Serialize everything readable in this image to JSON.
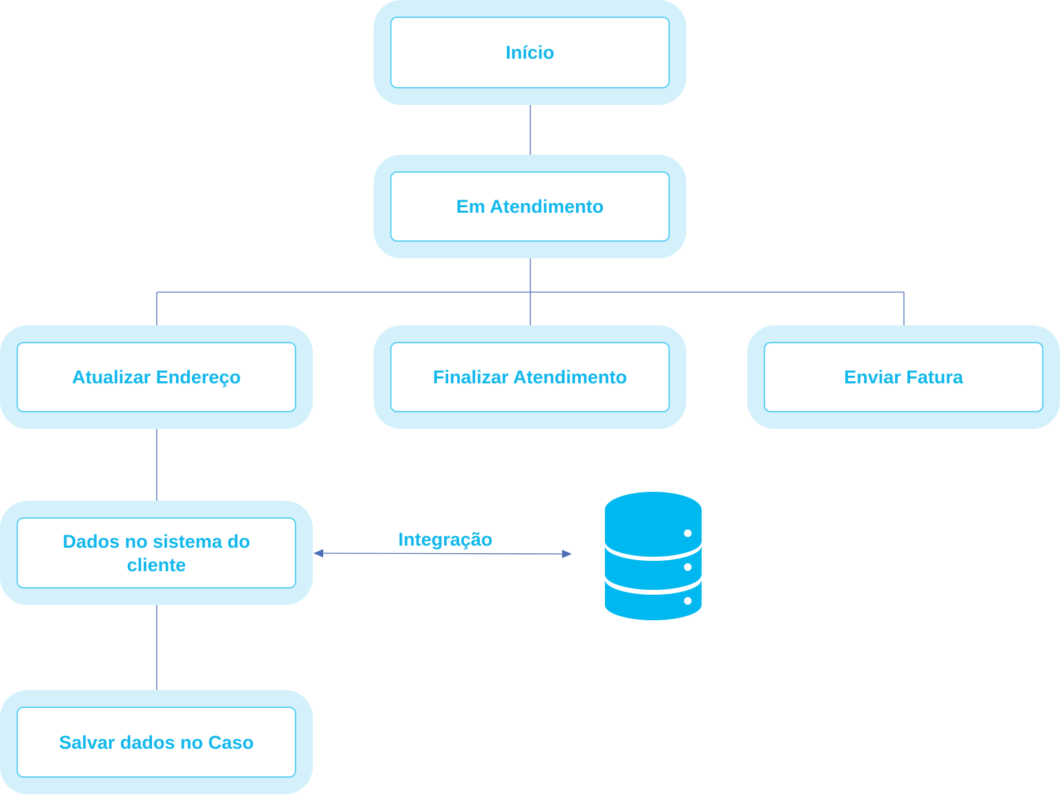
{
  "colors": {
    "node_halo": "#d4f1fb",
    "node_border": "#5dd1f2",
    "text_accent": "#12b8ec",
    "connector": "#4a6fb5",
    "database": "#00b8f0"
  },
  "nodes": {
    "inicio": {
      "label": "Início"
    },
    "em_atendimento": {
      "label": "Em Atendimento"
    },
    "atualizar_endereco": {
      "label": "Atualizar Endereço"
    },
    "finalizar_atendimento": {
      "label": "Finalizar Atendimento"
    },
    "enviar_fatura": {
      "label": "Enviar Fatura"
    },
    "dados_sistema": {
      "label": "Dados no sistema do cliente"
    },
    "salvar_dados": {
      "label": "Salvar dados no Caso"
    }
  },
  "integration": {
    "label": "Integração",
    "direction": "bidirectional"
  },
  "icons": {
    "database": "database-icon"
  }
}
